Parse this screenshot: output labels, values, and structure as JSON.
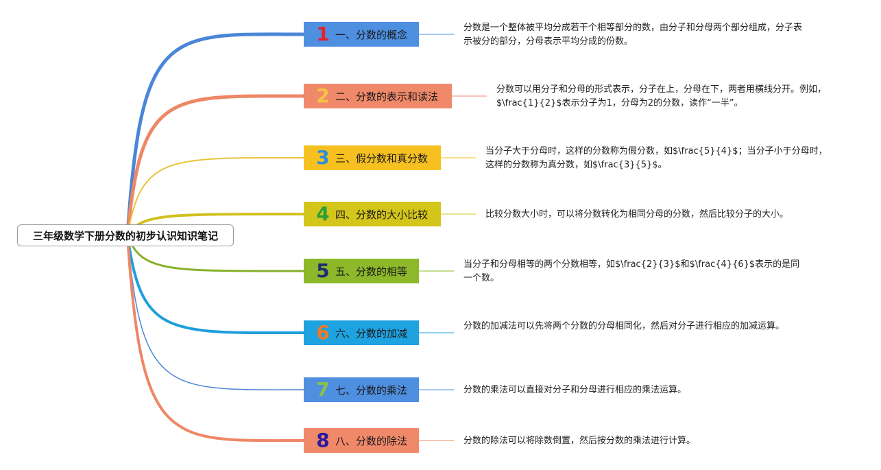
{
  "root": {
    "title": "三年级数学下册分数的初步认识知识笔记"
  },
  "topics": [
    {
      "num": "1",
      "label": "一、分数的概念",
      "box_color": "#4e8fe0",
      "num_color": "#e8202a",
      "line_color": "#4a86d8",
      "desc": "分数是一个整体被平均分成若干个相等部分的数，由分子和分母两个部分组成，分子表示被分的部分，分母表示平均分成的份数。"
    },
    {
      "num": "2",
      "label": "二、分数的表示和读法",
      "box_color": "#f0896a",
      "num_color": "#f5c342",
      "line_color": "#ee8766",
      "desc": "分数可以用分子和分母的形式表示，分子在上，分母在下，两者用横线分开。例如，$\\frac{1}{2}$表示分子为1，分母为2的分数，读作“一半”。"
    },
    {
      "num": "3",
      "label": "三、假分数和真分数",
      "box_color": "#f5c020",
      "num_color": "#2a8fe0",
      "line_color": "#e8c43a",
      "desc": "当分子大于分母时，这样的分数称为假分数，如$\\frac{5}{4}$；当分子小于分母时，这样的分数称为真分数，如$\\frac{3}{5}$。"
    },
    {
      "num": "4",
      "label": "四、分数的大小比较",
      "box_color": "#d4c51a",
      "num_color": "#2c9e3a",
      "line_color": "#d2c020",
      "desc": "比较分数大小时，可以将分数转化为相同分母的分数，然后比较分子的大小。"
    },
    {
      "num": "5",
      "label": "五、分数的相等",
      "box_color": "#8cb82a",
      "num_color": "#1e2e70",
      "line_color": "#86b02a",
      "desc": "当分子和分母相等的两个分数相等，如$\\frac{2}{3}$和$\\frac{4}{6}$表示的是同一个数。"
    },
    {
      "num": "6",
      "label": "六、分数的加减",
      "box_color": "#1fa2e0",
      "num_color": "#f07a24",
      "line_color": "#1f9edc",
      "desc": "分数的加减法可以先将两个分数的分母相同化，然后对分子进行相应的加减运算。"
    },
    {
      "num": "7",
      "label": "七、分数的乘法",
      "box_color": "#4e8fe0",
      "num_color": "#8cc04a",
      "line_color": "#4a86d8",
      "desc": "分数的乘法可以直接对分子和分母进行相应的乘法运算。"
    },
    {
      "num": "8",
      "label": "八、分数的除法",
      "box_color": "#f0896a",
      "num_color": "#2a1aa0",
      "line_color": "#ee8766",
      "desc": "分数的除法可以将除数倒置，然后按分数的乘法进行计算。"
    }
  ]
}
